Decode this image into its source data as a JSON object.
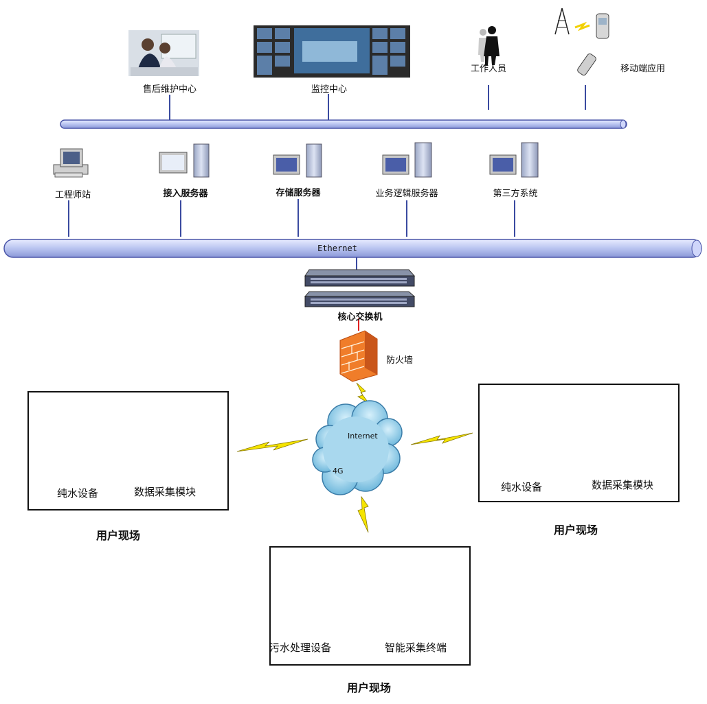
{
  "top_nodes": {
    "after_sales": "售后维护中心",
    "monitoring": "监控中心",
    "staff": "工作人员",
    "mobile": "移动端应用"
  },
  "server_nodes": {
    "engineer": "工程师站",
    "access": "接入服务器",
    "storage": "存储服务器",
    "logic": "业务逻辑服务器",
    "third_party": "第三方系统"
  },
  "network": {
    "ethernet": "Ethernet",
    "core_switch": "核心交换机",
    "firewall": "防火墙",
    "internet": "Internet",
    "g4": "4G"
  },
  "sites": {
    "left": {
      "title": "用户现场",
      "device1": "纯水设备",
      "device2": "数据采集模块"
    },
    "right": {
      "title": "用户现场",
      "device1": "纯水设备",
      "device2": "数据采集模块"
    },
    "bottom": {
      "title": "用户现场",
      "device1": "污水处理设备",
      "device2": "智能采集终端"
    }
  }
}
